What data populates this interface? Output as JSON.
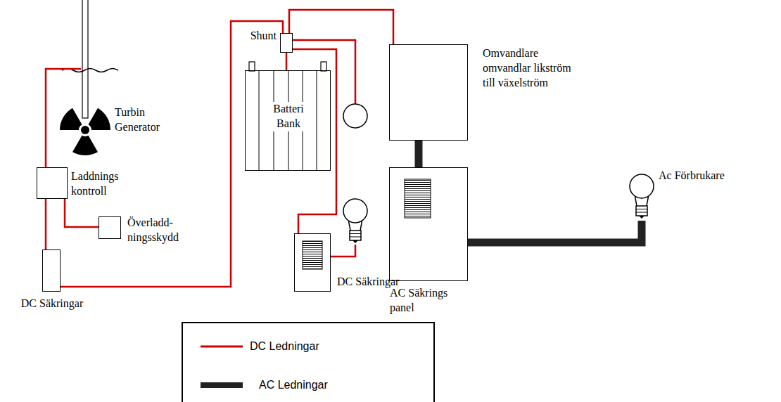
{
  "diagram": {
    "nodes": [
      {
        "text": [
          "Turbin Generator"
        ]
      },
      {
        "text": [
          "Laddnings kontroll"
        ]
      },
      {
        "text": [
          "Överladd- ningsskydd"
        ]
      },
      {
        "text": [
          "DC Säkringar"
        ]
      },
      {
        "text": [
          "Shunt"
        ]
      },
      {
        "text": [
          "Batteri Bank"
        ]
      },
      {
        "text": [
          "DC Säkringar"
        ]
      },
      {
        "text": [
          "Omvandlare omvandlar likström till växelström"
        ]
      },
      {
        "text": [
          "AC Säkrings panel"
        ]
      },
      {
        "text": [
          "Ac Förbrukare"
        ]
      }
    ],
    "edges": [
      {
        "from": 0,
        "to": 1,
        "arrow": "none"
      },
      {
        "from": 1,
        "to": 2,
        "arrow": "none"
      },
      {
        "from": 1,
        "to": 3,
        "arrow": "none"
      },
      {
        "from": 3,
        "to": 4,
        "arrow": "none"
      },
      {
        "from": 4,
        "to": 5,
        "arrow": "none"
      },
      {
        "from": 4,
        "to": 7,
        "arrow": "none"
      },
      {
        "from": 4,
        "to": 6,
        "arrow": "none"
      },
      {
        "from": 7,
        "to": 8,
        "arrow": "none"
      },
      {
        "from": 8,
        "to": 9,
        "arrow": "none"
      }
    ],
    "legend": [
      {
        "text": "DC Ledningar"
      },
      {
        "text": "AC Ledningar"
      }
    ]
  }
}
